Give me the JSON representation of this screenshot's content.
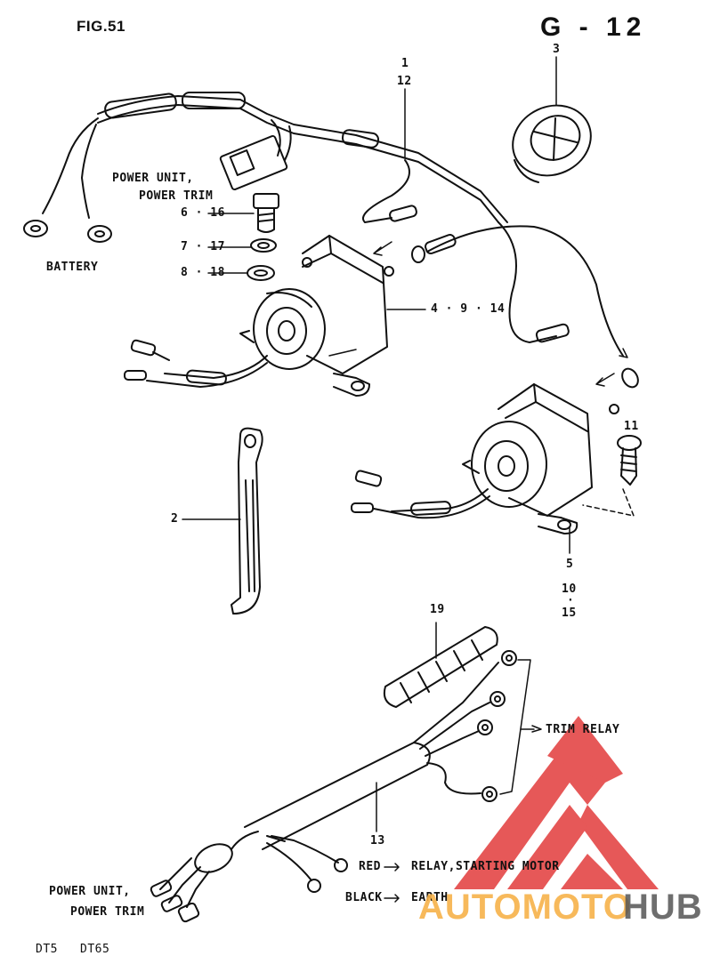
{
  "figure": {
    "number": "FIG.51",
    "group": "G - 12"
  },
  "callouts": {
    "p1": "1",
    "p12": "12",
    "p3": "3",
    "p6_16": "6 · 16",
    "p7_17": "7 · 17",
    "p8_18": "8 · 18",
    "p4_9_14": "4 · 9 · 14",
    "p2": "2",
    "p11": "11",
    "p5": "5",
    "p10": "10",
    "p10_dot": "·",
    "p15": "15",
    "p19": "19",
    "p13": "13"
  },
  "annotations": {
    "power_unit_top_1": "POWER UNIT,",
    "power_unit_top_2": "POWER TRIM",
    "battery": "BATTERY",
    "trim_relay": "TRIM RELAY",
    "red": "RED",
    "red_dest": "RELAY,STARTING MOTOR",
    "black": "BLACK",
    "black_dest": "EARTH",
    "power_unit_bottom_1": "POWER UNIT,",
    "power_unit_bottom_2": "POWER TRIM"
  },
  "models": [
    "DT5",
    "DT65"
  ],
  "watermark": {
    "part1": "AUTOMOTO",
    "part2": "HUB",
    "color1": "#f7b24a",
    "color2": "#555555",
    "logo_color": "#e23b3b"
  }
}
